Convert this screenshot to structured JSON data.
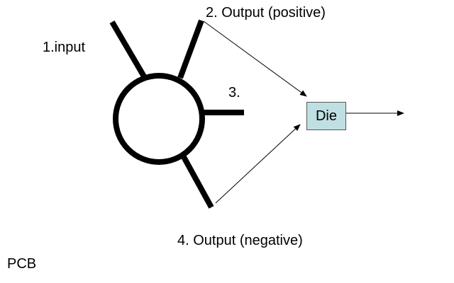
{
  "labels": {
    "input": "1.input",
    "output_positive": "2. Output (positive)",
    "port3": "3.",
    "output_negative": "4. Output (negative)",
    "pcb": "PCB",
    "die": "Die"
  },
  "colors": {
    "die_fill": "#bfe0e3",
    "stroke": "#000000"
  }
}
